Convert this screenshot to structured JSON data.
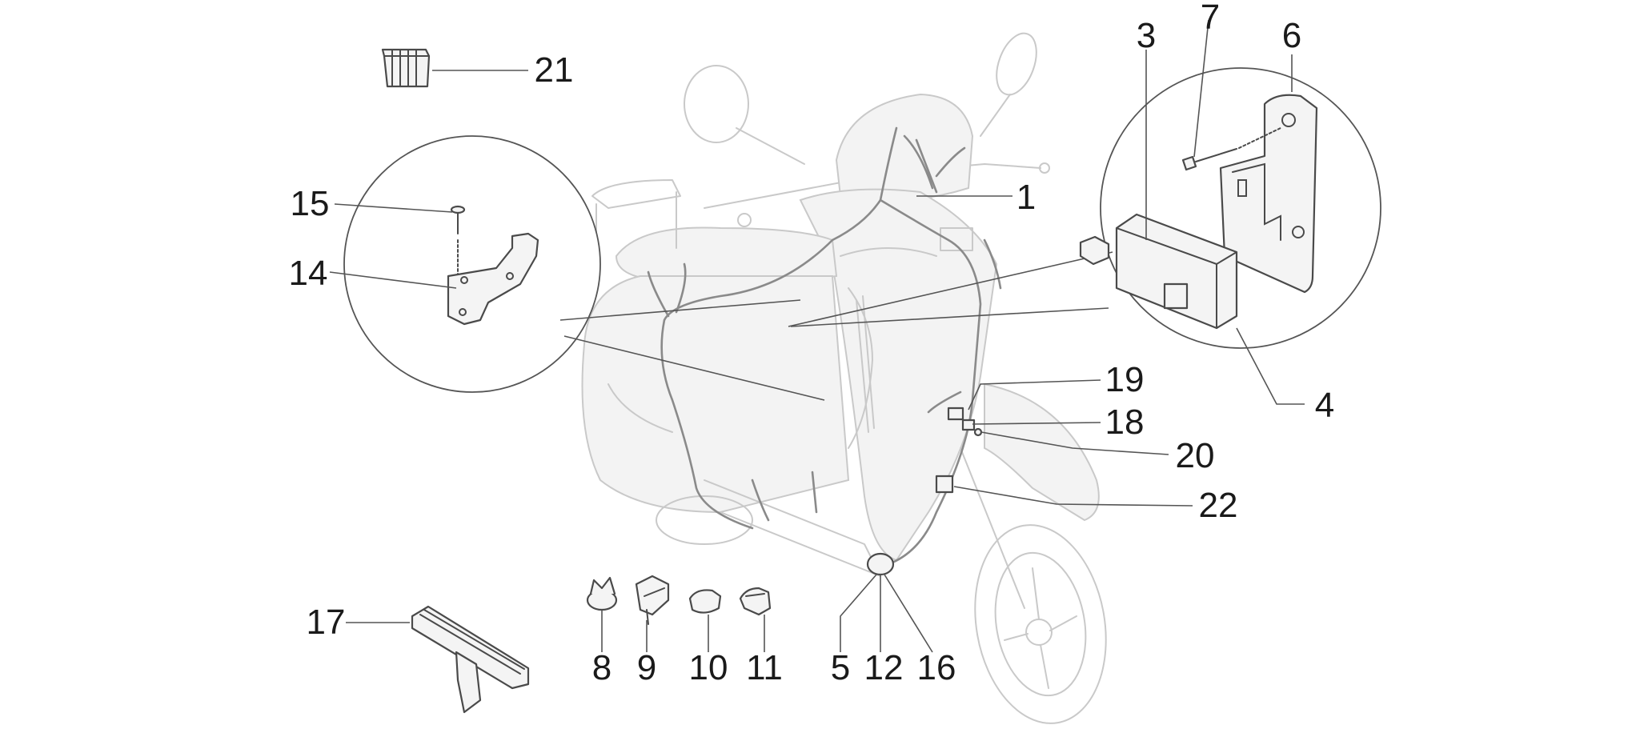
{
  "diagram": {
    "callouts": [
      {
        "id": "c1",
        "text": "1"
      },
      {
        "id": "c3",
        "text": "3"
      },
      {
        "id": "c4",
        "text": "4"
      },
      {
        "id": "c5",
        "text": "5"
      },
      {
        "id": "c6",
        "text": "6"
      },
      {
        "id": "c7",
        "text": "7"
      },
      {
        "id": "c8",
        "text": "8"
      },
      {
        "id": "c9",
        "text": "9"
      },
      {
        "id": "c10",
        "text": "10"
      },
      {
        "id": "c11",
        "text": "11"
      },
      {
        "id": "c12",
        "text": "12"
      },
      {
        "id": "c14",
        "text": "14"
      },
      {
        "id": "c15",
        "text": "15"
      },
      {
        "id": "c16",
        "text": "16"
      },
      {
        "id": "c17",
        "text": "17"
      },
      {
        "id": "c18",
        "text": "18"
      },
      {
        "id": "c19",
        "text": "19"
      },
      {
        "id": "c20",
        "text": "20"
      },
      {
        "id": "c21",
        "text": "21"
      },
      {
        "id": "c22",
        "text": "22"
      }
    ],
    "colors": {
      "background": "#ffffff",
      "scooter_ghost": "#c9c9c9",
      "part_outline": "#4a4a4a",
      "wire": "#8a8a8a",
      "label": "#1a1a1a"
    }
  }
}
